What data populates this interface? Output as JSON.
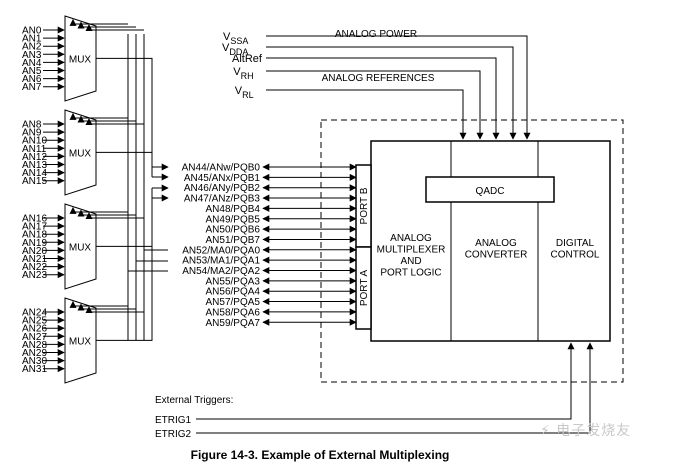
{
  "figure": {
    "caption": "Figure 14-3. Example of External Multiplexing"
  },
  "mux": {
    "label": "MUX",
    "groups": [
      [
        "AN0",
        "AN1",
        "AN2",
        "AN3",
        "AN4",
        "AN5",
        "AN6",
        "AN7"
      ],
      [
        "AN8",
        "AN9",
        "AN10",
        "AN11",
        "AN12",
        "AN13",
        "AN14",
        "AN15"
      ],
      [
        "AN16",
        "AN17",
        "AN18",
        "AN19",
        "AN20",
        "AN21",
        "AN22",
        "AN23"
      ],
      [
        "AN24",
        "AN25",
        "AN26",
        "AN27",
        "AN28",
        "AN29",
        "AN30",
        "AN31"
      ]
    ]
  },
  "pins": [
    "AN44/ANw/PQB0",
    "AN45/ANx/PQB1",
    "AN46/ANy/PQB2",
    "AN47/ANz/PQB3",
    "AN48/PQB4",
    "AN49/PQB5",
    "AN50/PQB6",
    "AN51/PQB7",
    "AN52/MA0/PQA0",
    "AN53/MA1/PQA1",
    "AN54/MA2/PQA2",
    "AN55/PQA3",
    "AN56/PQA4",
    "AN57/PQA5",
    "AN58/PQA6",
    "AN59/PQA7"
  ],
  "supplies": [
    {
      "main": "V",
      "sub": "SSA"
    },
    {
      "main": "V",
      "sub": "DDA"
    },
    {
      "main": "AltRef",
      "sub": ""
    },
    {
      "main": "V",
      "sub": "RH"
    },
    {
      "main": "V",
      "sub": "RL"
    }
  ],
  "analog_power_label": "ANALOG POWER",
  "analog_references_label": "ANALOG REFERENCES",
  "port_b_label": "PORT B",
  "port_a_label": "PORT A",
  "blocks": {
    "mux_logic": [
      "ANALOG",
      "MULTIPLEXER",
      "AND",
      "PORT LOGIC"
    ],
    "converter": [
      "ANALOG",
      "CONVERTER"
    ],
    "control": [
      "DIGITAL",
      "CONTROL"
    ],
    "qadc": "QADC"
  },
  "triggers": {
    "heading": "External Triggers:",
    "items": [
      "ETRIG1",
      "ETRIG2"
    ]
  },
  "watermark": "电子发烧友"
}
